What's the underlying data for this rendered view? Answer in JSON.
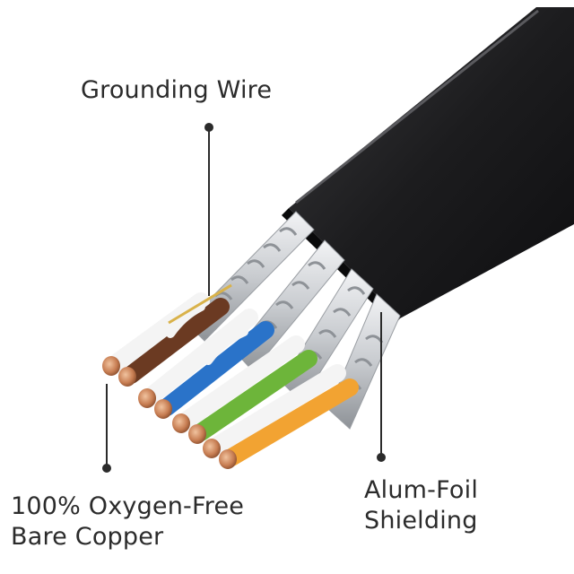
{
  "labels": {
    "grounding_wire": "Grounding Wire",
    "copper_line1": "100% Oxygen-Free",
    "copper_line2": "Bare Copper",
    "foil_line1": "Alum-Foil",
    "foil_line2": "Shielding"
  },
  "colors": {
    "background": "#ffffff",
    "cable_jacket": "#1c1c1e",
    "foil": "#c9ccd0",
    "copper": "#c77d52",
    "pair_brown": "#6b3a22",
    "pair_blue": "#2a73c9",
    "pair_green": "#6db53a",
    "pair_orange": "#f2a332",
    "pointer": "#2b2b2b"
  }
}
